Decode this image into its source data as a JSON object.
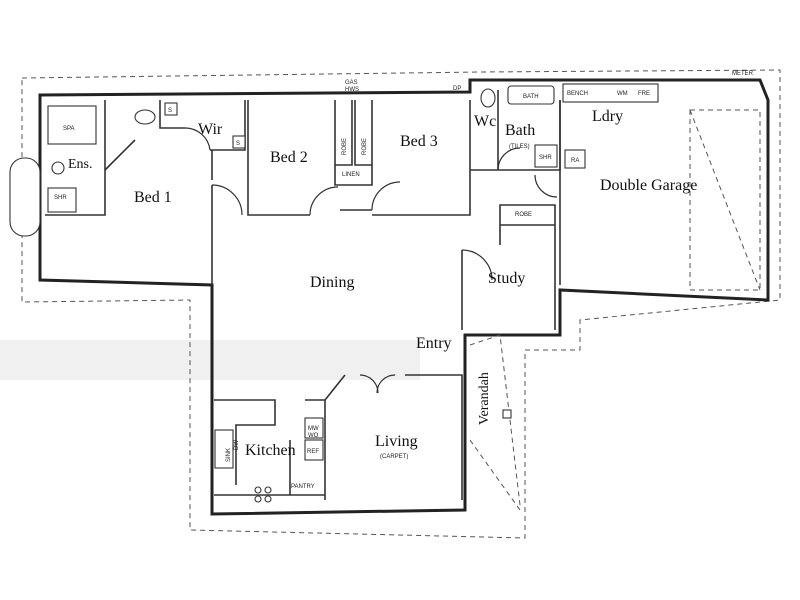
{
  "rooms": {
    "bed1": "Bed 1",
    "ensuite": "Ens.",
    "wir": "Wir",
    "bed2": "Bed 2",
    "bed3": "Bed 3",
    "wc": "Wc",
    "bath": "Bath",
    "ldry": "Ldry",
    "garage": "Double Garage",
    "dining": "Dining",
    "study": "Study",
    "entry": "Entry",
    "verandah": "Verandah",
    "kitchen": "Kitchen",
    "living": "Living"
  },
  "notes": {
    "spa": "SPA",
    "shr_ens": "SHR",
    "shr_bath": "SHR",
    "s1": "S",
    "s2": "S",
    "robe_bed2": "ROBE",
    "robe_bed3": "ROBE",
    "linen": "LINEN",
    "robe_study": "ROBE",
    "gas_hws": "GAS\nHWS",
    "bath_tub": "BATH",
    "tiles": "(TILES)",
    "bench": "BENCH",
    "wm": "WM",
    "fre": "FRE",
    "ra": "RA",
    "meter": "METER",
    "dp": "DP",
    "carpet": "(CARPET)",
    "mw_wo": "MW\nWO",
    "ref": "REF",
    "pantry": "PANTRY",
    "sink": "SINK",
    "dw": "DW"
  },
  "colors": {
    "line": "#222222",
    "paper": "#ffffff"
  }
}
